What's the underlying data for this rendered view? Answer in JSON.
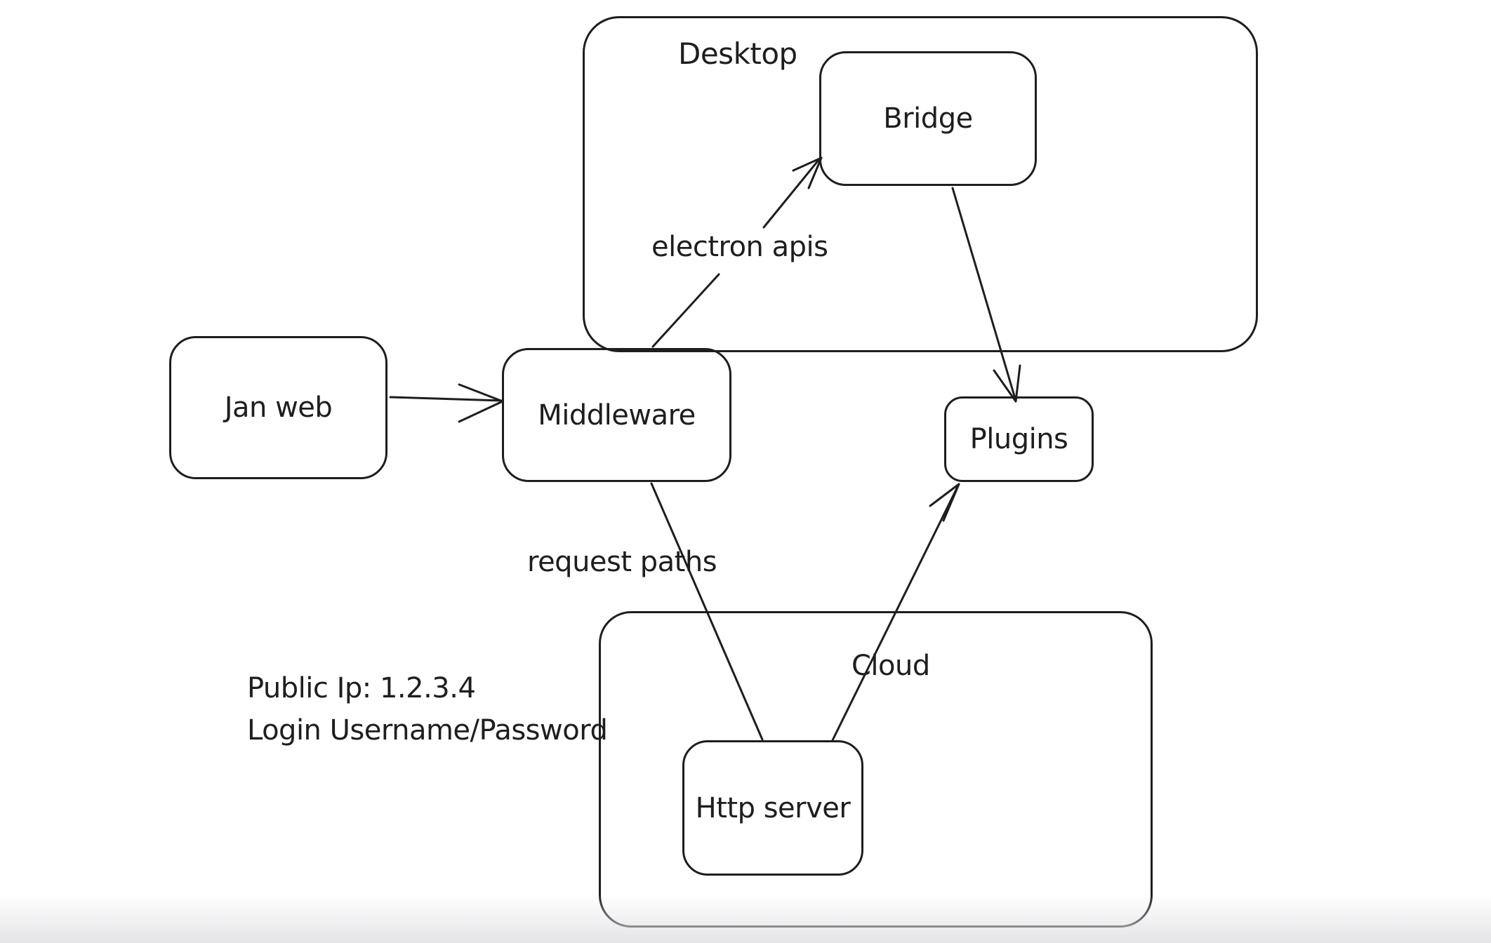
{
  "canvas": {
    "background": "#ffffff",
    "stroke_color": "#1e1e1e"
  },
  "containers": {
    "desktop": {
      "label": "Desktop"
    },
    "cloud": {
      "label": "Cloud"
    }
  },
  "nodes": {
    "jan_web": {
      "label": "Jan web"
    },
    "middleware": {
      "label": "Middleware"
    },
    "bridge": {
      "label": "Bridge"
    },
    "plugins": {
      "label": "Plugins"
    },
    "http_server": {
      "label": "Http server"
    }
  },
  "edges": {
    "jan_web_to_middleware": {
      "label": ""
    },
    "middleware_to_bridge": {
      "label": "electron apis"
    },
    "bridge_to_plugins": {
      "label": ""
    },
    "middleware_to_http_server": {
      "label": "request paths"
    },
    "http_server_to_plugins": {
      "label": ""
    }
  },
  "notes": {
    "line1": "Public Ip: 1.2.3.4",
    "line2": "Login Username/Password"
  }
}
